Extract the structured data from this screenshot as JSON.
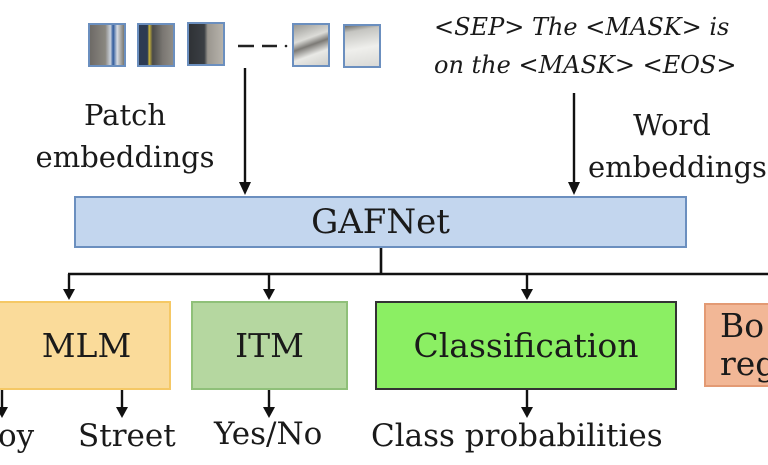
{
  "input": {
    "patches": [
      {
        "name": "patch-1",
        "desc": "person-with-blue-shirt"
      },
      {
        "name": "patch-2",
        "desc": "dark-bag-yellow-strap"
      },
      {
        "name": "patch-3",
        "desc": "dark-object-stone"
      },
      {
        "name": "patch-4",
        "desc": "pavement-light"
      },
      {
        "name": "patch-5",
        "desc": "pavement-white"
      }
    ],
    "ellipsis": "- - ·",
    "token_line1": "<SEP> The <MASK> is",
    "token_line2": "on the <MASK> <EOS>",
    "patch_label_line1": "Patch",
    "patch_label_line2": "embeddings",
    "word_label_line1": "Word",
    "word_label_line2": "embeddings"
  },
  "core": {
    "label": "GAFNet",
    "color": "#c3d6ee",
    "border": "#6b8fbf"
  },
  "heads": [
    {
      "label": "MLM",
      "color": "#fadb9a",
      "border": "#f5c865"
    },
    {
      "label": "ITM",
      "color": "#b5d7a0",
      "border": "#8fc079"
    },
    {
      "label": "Classification",
      "color": "#8bef63",
      "border": "#333333"
    },
    {
      "label_line1": "Bo",
      "label_line2": "reg",
      "color": "#f2b796",
      "border": "#e39a74"
    }
  ],
  "outputs": {
    "mlm_out1": "oy",
    "mlm_out2": "Street",
    "itm_out": "Yes/No",
    "cls_out": "Class probabilities"
  }
}
